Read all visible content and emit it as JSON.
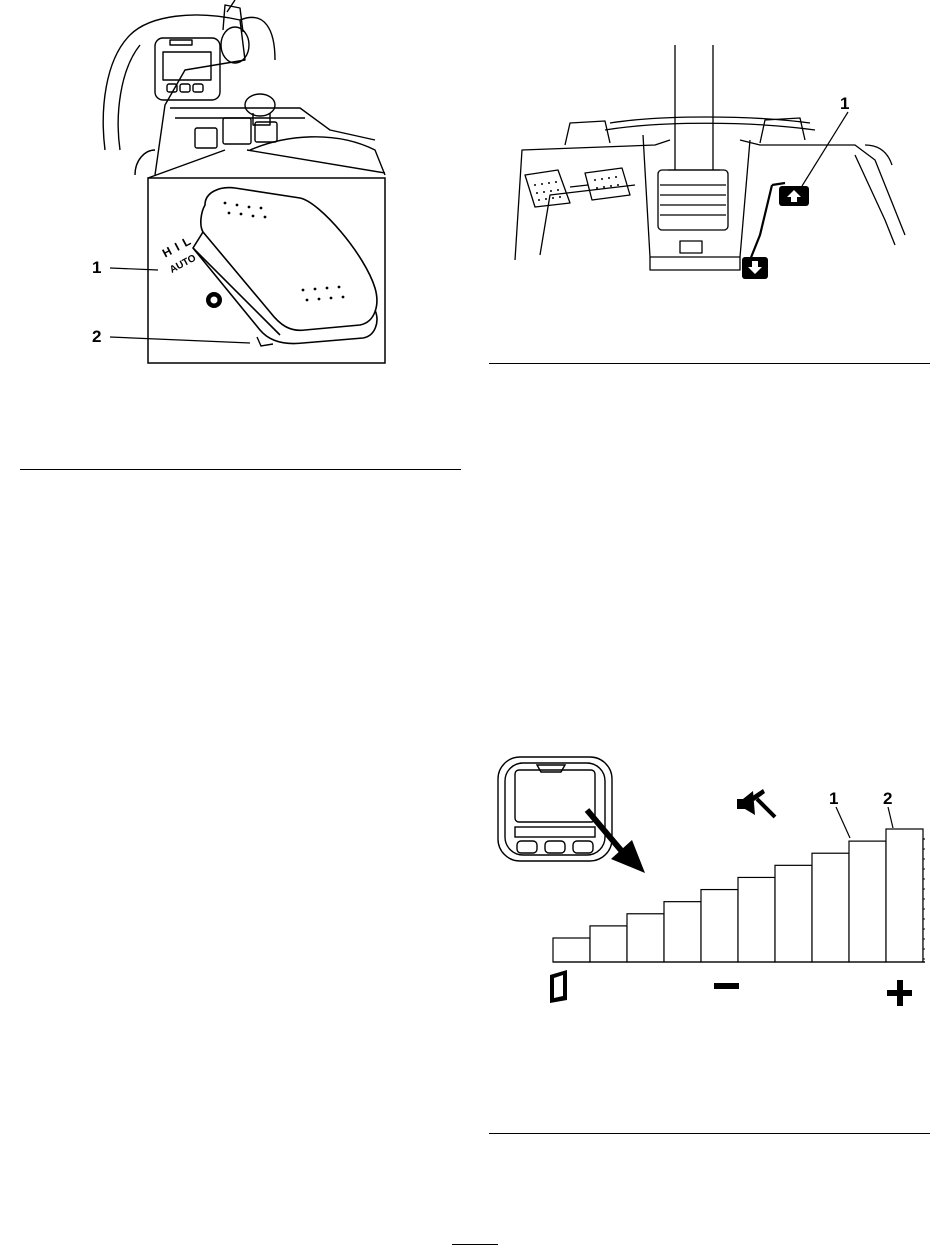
{
  "figure1": {
    "callouts": [
      "1",
      "2"
    ],
    "switch_labels": {
      "hi_l": "H I L",
      "auto": "AUTO"
    },
    "icons": [
      "rocker-switch-icon",
      "rotate-icon"
    ]
  },
  "figure2": {
    "callouts": [
      "1"
    ],
    "icons": [
      "up-arrow-icon",
      "down-arrow-icon"
    ]
  },
  "figure3": {
    "callouts": [
      "1",
      "2"
    ],
    "bar_levels": 10,
    "icons": [
      "exit-door-icon",
      "minus-icon",
      "plus-icon",
      "mute-icon",
      "display-panel-icon"
    ]
  }
}
